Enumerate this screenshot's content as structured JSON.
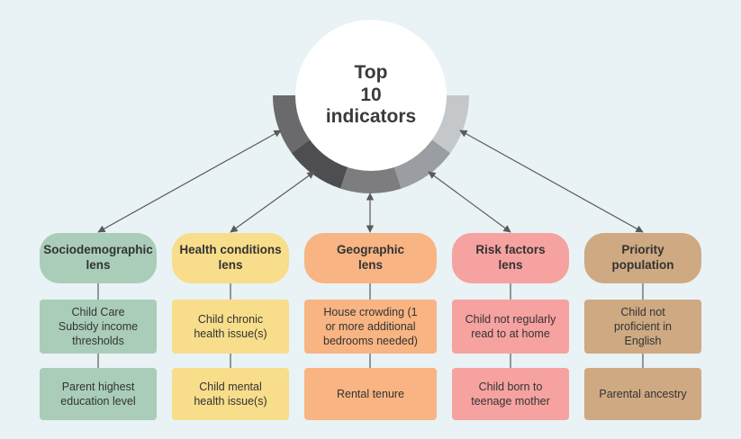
{
  "center": {
    "title": "Top\n10\nindicators"
  },
  "colors": {
    "background": "#e9f2f4",
    "connector": "#5a5a5a",
    "ring": [
      "#6a6a6c",
      "#4e4e52",
      "#7d7d80",
      "#9a9ea2",
      "#c4c8cb"
    ]
  },
  "lenses": [
    {
      "title": "Sociodemographic\nlens",
      "color": "#a9cdb9",
      "items": [
        "Child Care\nSubsidy income\nthresholds",
        "Parent highest\neducation level"
      ]
    },
    {
      "title": "Health conditions\nlens",
      "color": "#f8dd8a",
      "items": [
        "Child chronic\nhealth issue(s)",
        "Child mental\nhealth issue(s)"
      ]
    },
    {
      "title": "Geographic\nlens",
      "color": "#f8b482",
      "items": [
        "House crowding (1\nor more additional\nbedrooms needed)",
        "Rental tenure"
      ]
    },
    {
      "title": "Risk factors\nlens",
      "color": "#f6a2a0",
      "items": [
        "Child not regularly\nread to at home",
        "Child born to\nteenage mother"
      ]
    },
    {
      "title": "Priority\npopulation",
      "color": "#cea982",
      "items": [
        "Child not\nproficient in\nEnglish",
        "Parental ancestry"
      ]
    }
  ]
}
